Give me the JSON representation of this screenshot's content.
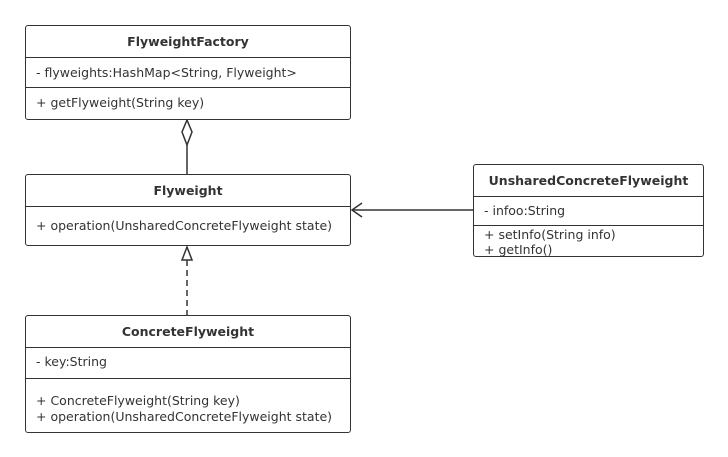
{
  "diagram": {
    "classes": {
      "factory": {
        "name": "FlyweightFactory",
        "attributes": [
          "- flyweights:HashMap<String, Flyweight>"
        ],
        "operations": [
          "+ getFlyweight(String key)"
        ]
      },
      "flyweight": {
        "name": "Flyweight",
        "attributes": [],
        "operations": [
          "+ operation(UnsharedConcreteFlyweight state)"
        ]
      },
      "unshared": {
        "name": "UnsharedConcreteFlyweight",
        "attributes": [
          "- infoo:String"
        ],
        "operations": [
          "+ setInfo(String info)",
          "+ getInfo()"
        ]
      },
      "concrete": {
        "name": "ConcreteFlyweight",
        "attributes": [
          "- key:String"
        ],
        "operations": [
          "+ ConcreteFlyweight(String key)",
          "+ operation(UnsharedConcreteFlyweight state)"
        ]
      }
    },
    "relationships": [
      {
        "from": "FlyweightFactory",
        "to": "Flyweight",
        "kind": "aggregation"
      },
      {
        "from": "UnsharedConcreteFlyweight",
        "to": "Flyweight",
        "kind": "association"
      },
      {
        "from": "ConcreteFlyweight",
        "to": "Flyweight",
        "kind": "realization"
      }
    ],
    "colors": {
      "stroke": "#333333",
      "background": "#ffffff"
    }
  }
}
